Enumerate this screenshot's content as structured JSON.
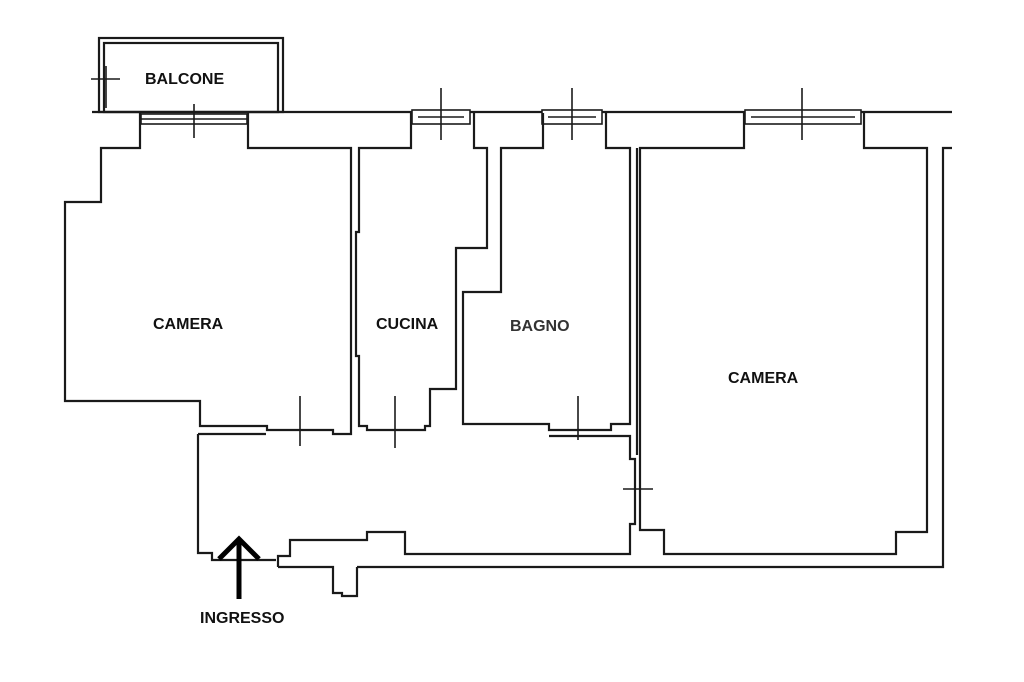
{
  "rooms": {
    "balcone": "BALCONE",
    "camera_left": "CAMERA",
    "cucina": "CUCINA",
    "bagno": "BAGNO",
    "camera_right": "CAMERA"
  },
  "entrance": "INGRESSO"
}
